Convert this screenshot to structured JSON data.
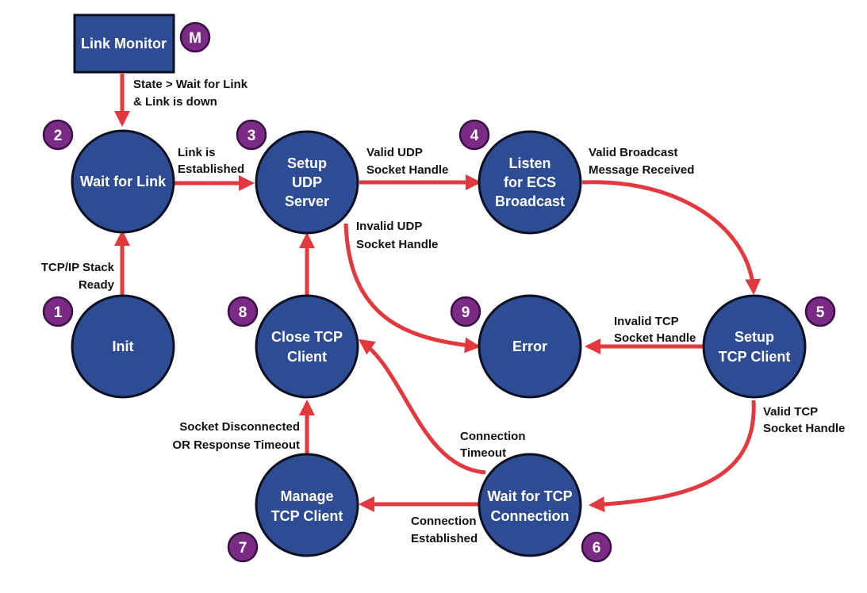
{
  "states": {
    "link_monitor": {
      "label": "Link Monitor",
      "badge": "M"
    },
    "wait_for_link": {
      "label": "Wait for Link",
      "badge": "2"
    },
    "setup_udp": {
      "line1": "Setup",
      "line2": "UDP",
      "line3": "Server",
      "badge": "3"
    },
    "listen_ecs": {
      "line1": "Listen",
      "line2": "for ECS",
      "line3": "Broadcast",
      "badge": "4"
    },
    "init": {
      "label": "Init",
      "badge": "1"
    },
    "close_tcp": {
      "line1": "Close TCP",
      "line2": "Client",
      "badge": "8"
    },
    "error": {
      "label": "Error",
      "badge": "9"
    },
    "setup_tcp": {
      "line1": "Setup",
      "line2": "TCP Client",
      "badge": "5"
    },
    "manage_tcp": {
      "line1": "Manage",
      "line2": "TCP Client",
      "badge": "7"
    },
    "wait_tcp": {
      "line1": "Wait for TCP",
      "line2": "Connection",
      "badge": "6"
    }
  },
  "transitions": {
    "monitor_to_wait": {
      "line1": "State > Wait for Link",
      "line2": "& Link is down"
    },
    "wait_to_udp": {
      "line1": "Link is",
      "line2": "Established"
    },
    "udp_to_listen": {
      "line1": "Valid UDP",
      "line2": "Socket Handle"
    },
    "listen_to_setup_tcp": {
      "line1": "Valid Broadcast",
      "line2": "Message Received"
    },
    "udp_to_error": {
      "line1": "Invalid UDP",
      "line2": "Socket Handle"
    },
    "init_to_wait": {
      "line1": "TCP/IP Stack",
      "line2": "Ready"
    },
    "setup_tcp_to_error": {
      "line1": "Invalid TCP",
      "line2": "Socket Handle"
    },
    "setup_tcp_to_wait_tcp": {
      "line1": "Valid TCP",
      "line2": "Socket Handle"
    },
    "manage_to_close": {
      "line1": "Socket Disconnected",
      "line2": "OR Response Timeout"
    },
    "wait_tcp_to_close": {
      "line1": "Connection",
      "line2": "Timeout"
    },
    "wait_tcp_to_manage": {
      "line1": "Connection",
      "line2": "Established"
    }
  },
  "colors": {
    "state_fill": "#2e4c94",
    "badge_fill": "#7b2a86",
    "arrow": "#e4383f"
  }
}
